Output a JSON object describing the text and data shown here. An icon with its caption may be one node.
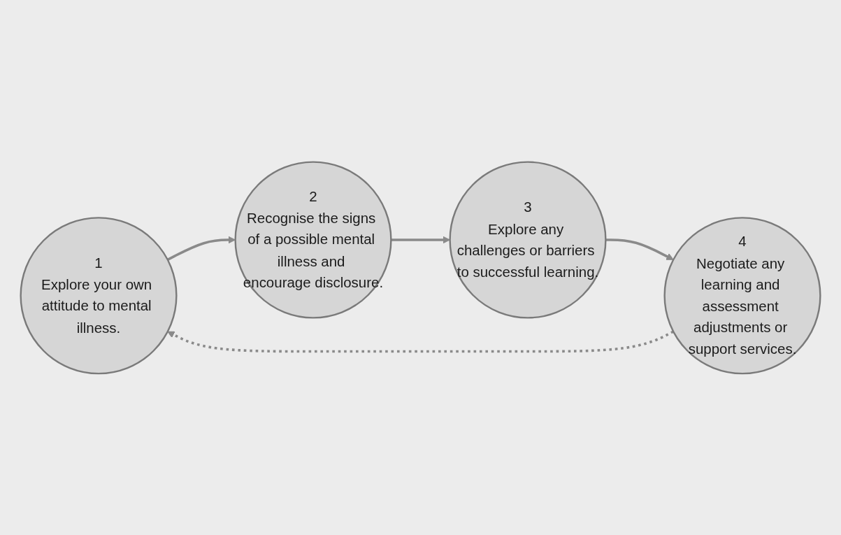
{
  "diagram": {
    "nodes": [
      {
        "text": [
          "1",
          "Explore your own attitude to mental illness."
        ]
      },
      {
        "text": [
          "2",
          "Recognise the signs of a possible mental illness and encourage disclosure."
        ]
      },
      {
        "text": [
          "3",
          "Explore any challenges or barriers to successful learning."
        ]
      },
      {
        "text": [
          "4",
          "Negotiate any learning and assessment adjustments or support services."
        ]
      }
    ],
    "edges": [
      {
        "from": 0,
        "to": 1,
        "arrow": "to"
      },
      {
        "from": 1,
        "to": 2,
        "arrow": "to"
      },
      {
        "from": 2,
        "to": 3,
        "arrow": "to"
      },
      {
        "from": 3,
        "to": 0,
        "arrow": "to",
        "style": "dashed"
      }
    ]
  }
}
